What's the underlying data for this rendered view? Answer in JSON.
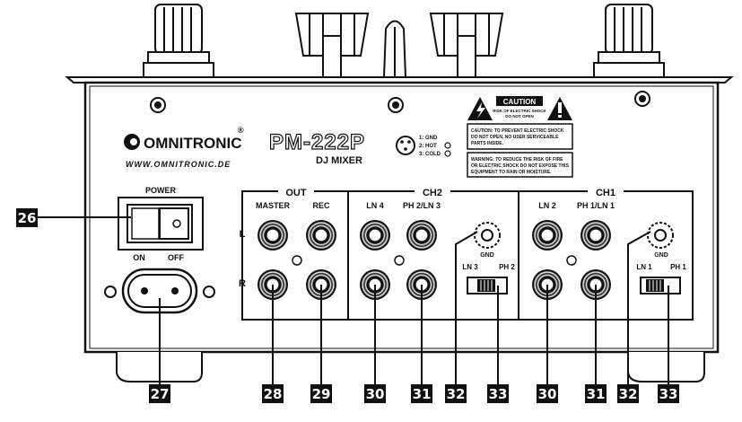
{
  "brand": {
    "logo": "OMNITRONIC",
    "registered": "®",
    "url": "WWW.OMNITRONIC.DE"
  },
  "model": {
    "name": "PM-222P",
    "subtitle": "DJ MIXER"
  },
  "xlr_legend": [
    "1: GND",
    "2: HOT",
    "3: COLD"
  ],
  "caution": {
    "title": "CAUTION",
    "subtitle_1": "RISK OF ELECTRIC SHOCK",
    "subtitle_2": "DO NOT OPEN",
    "text_1": [
      "CAUTION: TO PREVENT ELECTRIC SHOCK",
      "DO NOT OPEN, NO USER SERVICEABLE",
      "PARTS INSIDE."
    ],
    "text_2": [
      "WARNING: TO REDUCE THE RISK OF FIRE",
      "OR ELECTRIC SHOCK DO NOT EXPOSE THIS",
      "EQUIPMENT TO RAIN OR MOISTURE."
    ]
  },
  "power": {
    "label": "POWER",
    "on": "ON",
    "off": "OFF"
  },
  "out_section": {
    "title": "OUT",
    "master": "MASTER",
    "rec": "REC",
    "left": "L",
    "right": "R"
  },
  "ch2_section": {
    "title": "CH2",
    "col1": "LN 4",
    "col2": "PH 2/LN 3",
    "gnd": "GND",
    "switch_left": "LN 3",
    "switch_right": "PH 2"
  },
  "ch1_section": {
    "title": "CH1",
    "col1": "LN 2",
    "col2": "PH 1/LN 1",
    "gnd": "GND",
    "switch_left": "LN 1",
    "switch_right": "PH 1"
  },
  "callouts": {
    "c26": "26",
    "c27": "27",
    "c28": "28",
    "c29": "29",
    "c30a": "30",
    "c31a": "31",
    "c32a": "32",
    "c33a": "33",
    "c30b": "30",
    "c31b": "31",
    "c32b": "32",
    "c33b": "33"
  }
}
